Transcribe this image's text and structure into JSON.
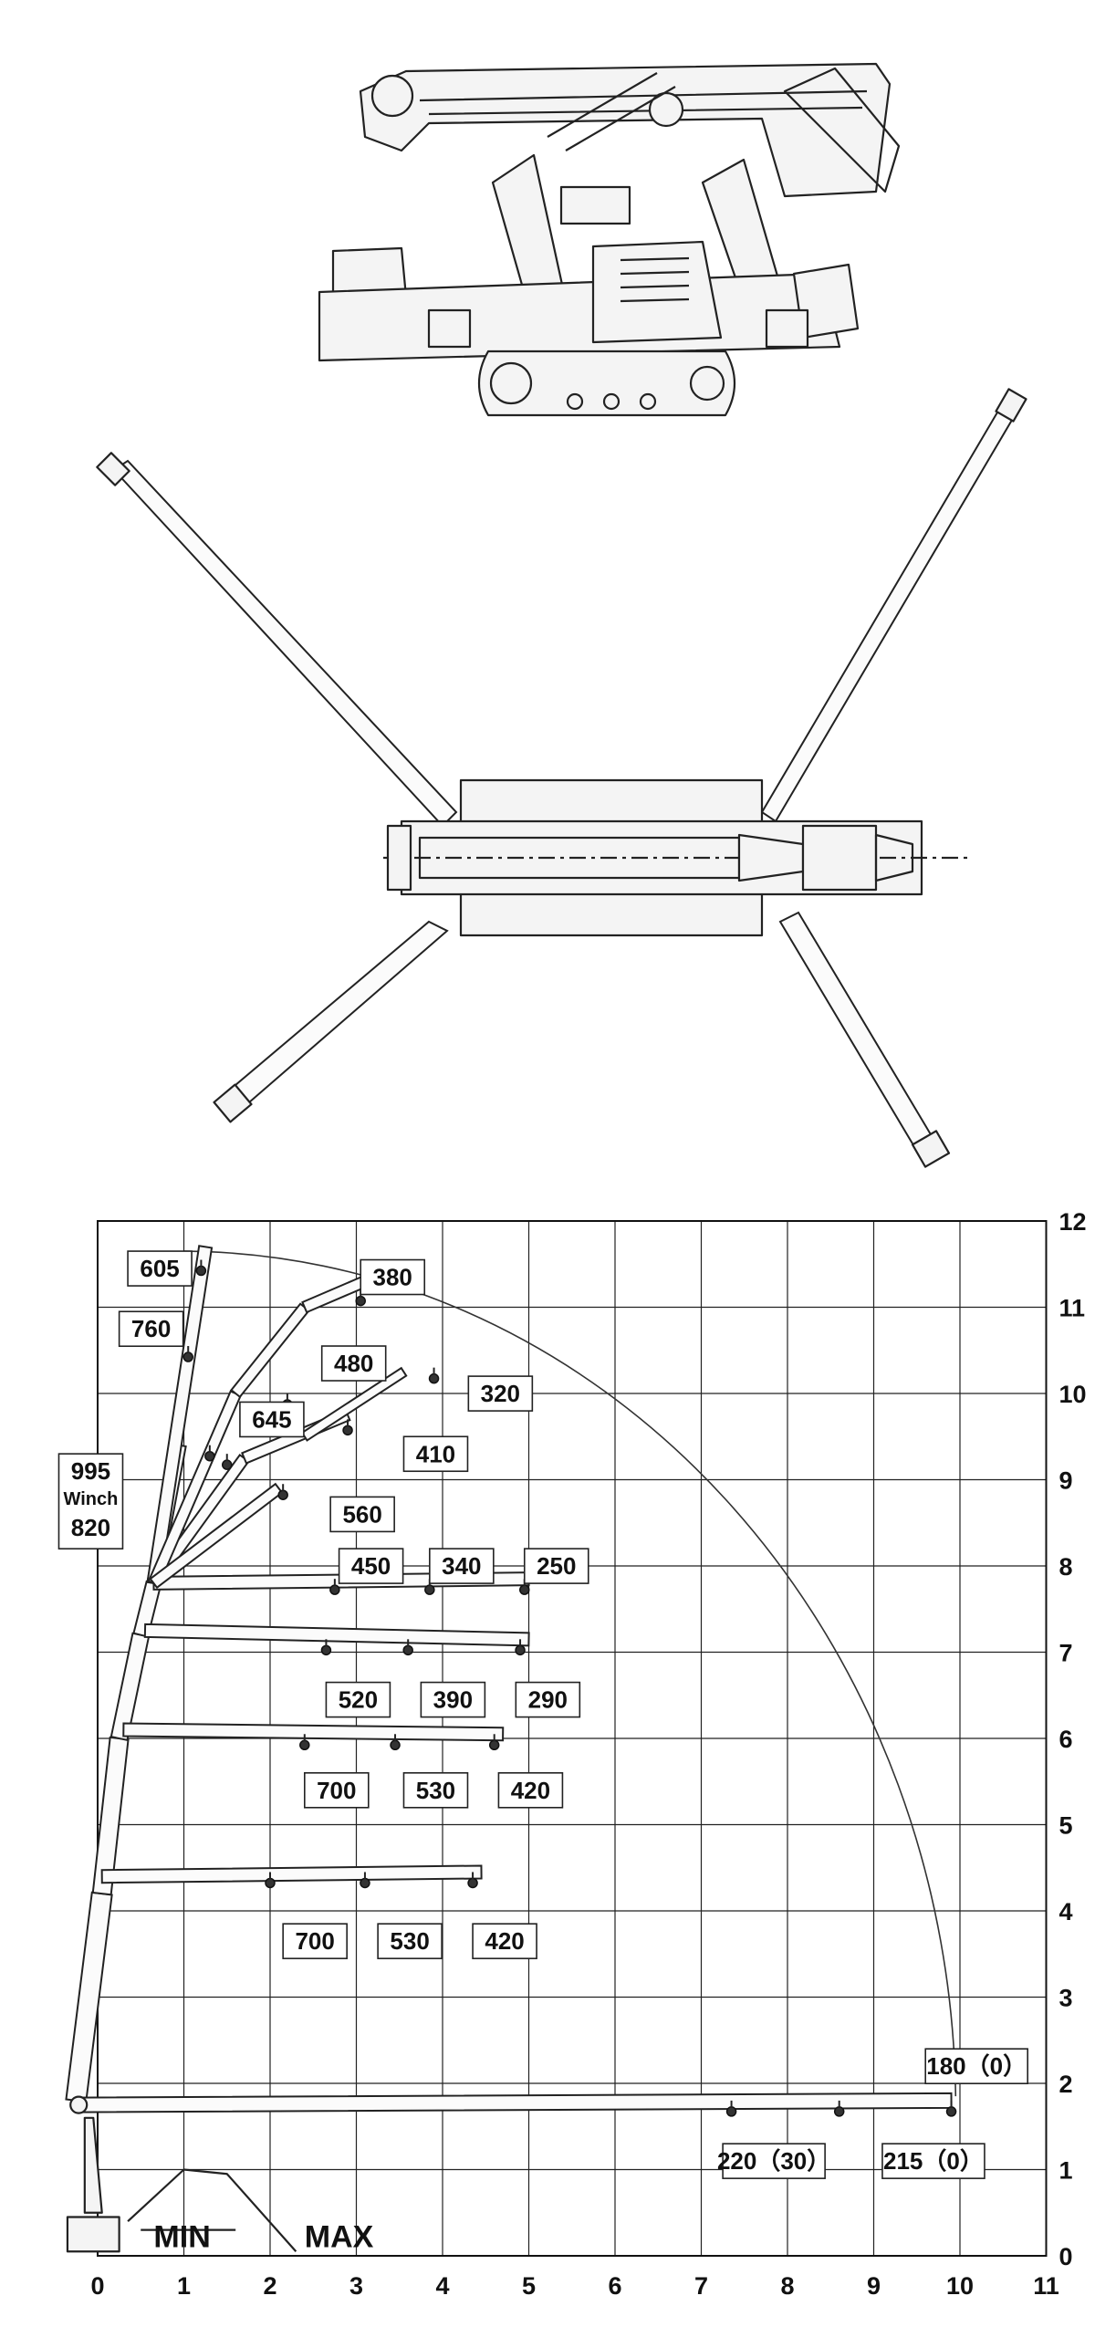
{
  "figure": {
    "x_ticks": [
      "0",
      "1",
      "2",
      "3",
      "4",
      "5",
      "6",
      "7",
      "8",
      "9",
      "10",
      "11"
    ],
    "y_ticks": [
      "0",
      "1",
      "2",
      "3",
      "4",
      "5",
      "6",
      "7",
      "8",
      "9",
      "10",
      "11",
      "12"
    ],
    "base_labels": {
      "min": "MIN",
      "max": "MAX"
    },
    "load_labels": [
      {
        "text": "605",
        "x": 0.35,
        "y": 11.65
      },
      {
        "text": "380",
        "x": 3.05,
        "y": 11.55
      },
      {
        "text": "760",
        "x": 0.25,
        "y": 10.95
      },
      {
        "text": "480",
        "x": 2.6,
        "y": 10.55
      },
      {
        "text": "320",
        "x": 4.3,
        "y": 10.2
      },
      {
        "text": "645",
        "x": 1.65,
        "y": 9.9
      },
      {
        "text": "410",
        "x": 3.55,
        "y": 9.5
      },
      {
        "text": "995",
        "x": -0.45,
        "y": 9.3,
        "sub": "Winch",
        "sub_text": "820"
      },
      {
        "text": "560",
        "x": 2.7,
        "y": 8.8
      },
      {
        "text": "450",
        "x": 2.8,
        "y": 8.2
      },
      {
        "text": "340",
        "x": 3.85,
        "y": 8.2
      },
      {
        "text": "250",
        "x": 4.95,
        "y": 8.2
      },
      {
        "text": "520",
        "x": 2.65,
        "y": 6.65
      },
      {
        "text": "390",
        "x": 3.75,
        "y": 6.65
      },
      {
        "text": "290",
        "x": 4.85,
        "y": 6.65
      },
      {
        "text": "700",
        "x": 2.4,
        "y": 5.6
      },
      {
        "text": "530",
        "x": 3.55,
        "y": 5.6
      },
      {
        "text": "420",
        "x": 4.65,
        "y": 5.6
      },
      {
        "text": "700",
        "x": 2.15,
        "y": 3.85
      },
      {
        "text": "530",
        "x": 3.25,
        "y": 3.85
      },
      {
        "text": "420",
        "x": 4.35,
        "y": 3.85
      },
      {
        "text": "180（0）",
        "x": 9.6,
        "y": 2.4
      },
      {
        "text": "220（30）",
        "x": 7.25,
        "y": 1.3
      },
      {
        "text": "215（0）",
        "x": 9.1,
        "y": 1.3
      }
    ]
  },
  "colors": {
    "line": "#222222",
    "background": "#ffffff"
  }
}
